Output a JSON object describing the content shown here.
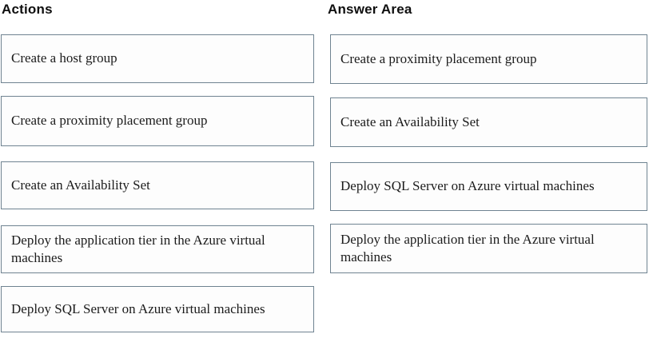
{
  "colors": {
    "page-bg": "#ffffff",
    "box-bg": "#fdfdfd",
    "border": "#6f8391",
    "text": "#1b1b1b",
    "heading": "#0f0f0f"
  },
  "actions": {
    "heading": "Actions",
    "items": [
      "Create a host group",
      "Create a proximity placement group",
      "Create an Availability Set",
      "Deploy the application tier in the Azure virtual machines",
      "Deploy SQL Server on Azure virtual machines"
    ]
  },
  "answer_area": {
    "heading": "Answer Area",
    "items": [
      "Create a proximity placement group",
      "Create an Availability Set",
      "Deploy SQL Server on Azure virtual machines",
      "Deploy the application tier in the Azure virtual machines"
    ]
  }
}
